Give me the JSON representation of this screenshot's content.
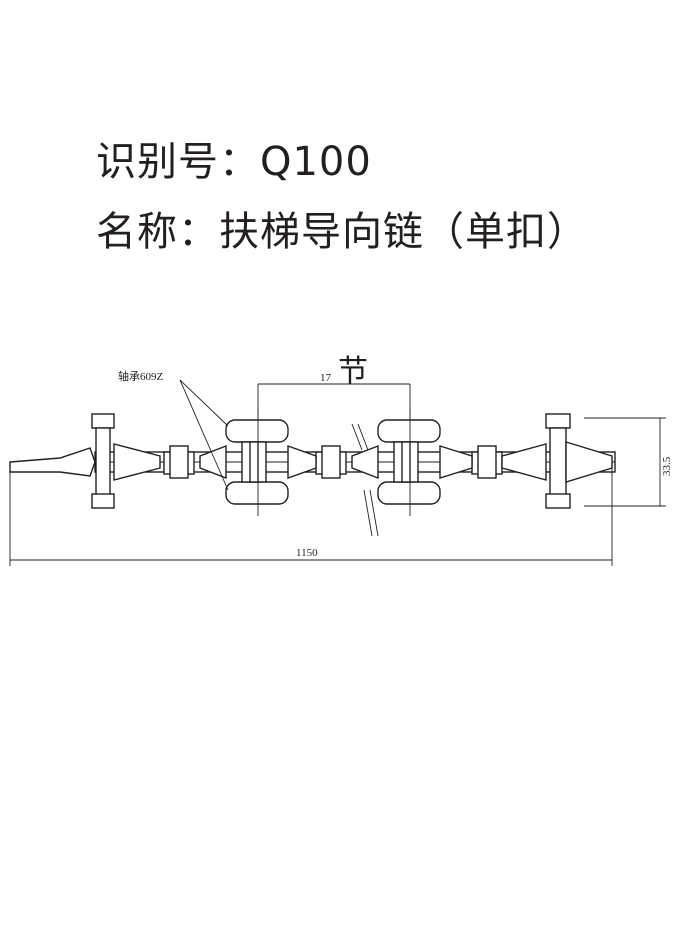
{
  "header": {
    "id_line": "识别号：Q100",
    "name_line": "名称：扶梯导向链（单扣）"
  },
  "drawing": {
    "pitch_label": "节",
    "pitch_value": "17",
    "bearing_label": "轴承609Z",
    "height_dim": "33.5",
    "length_dim": "1150"
  }
}
